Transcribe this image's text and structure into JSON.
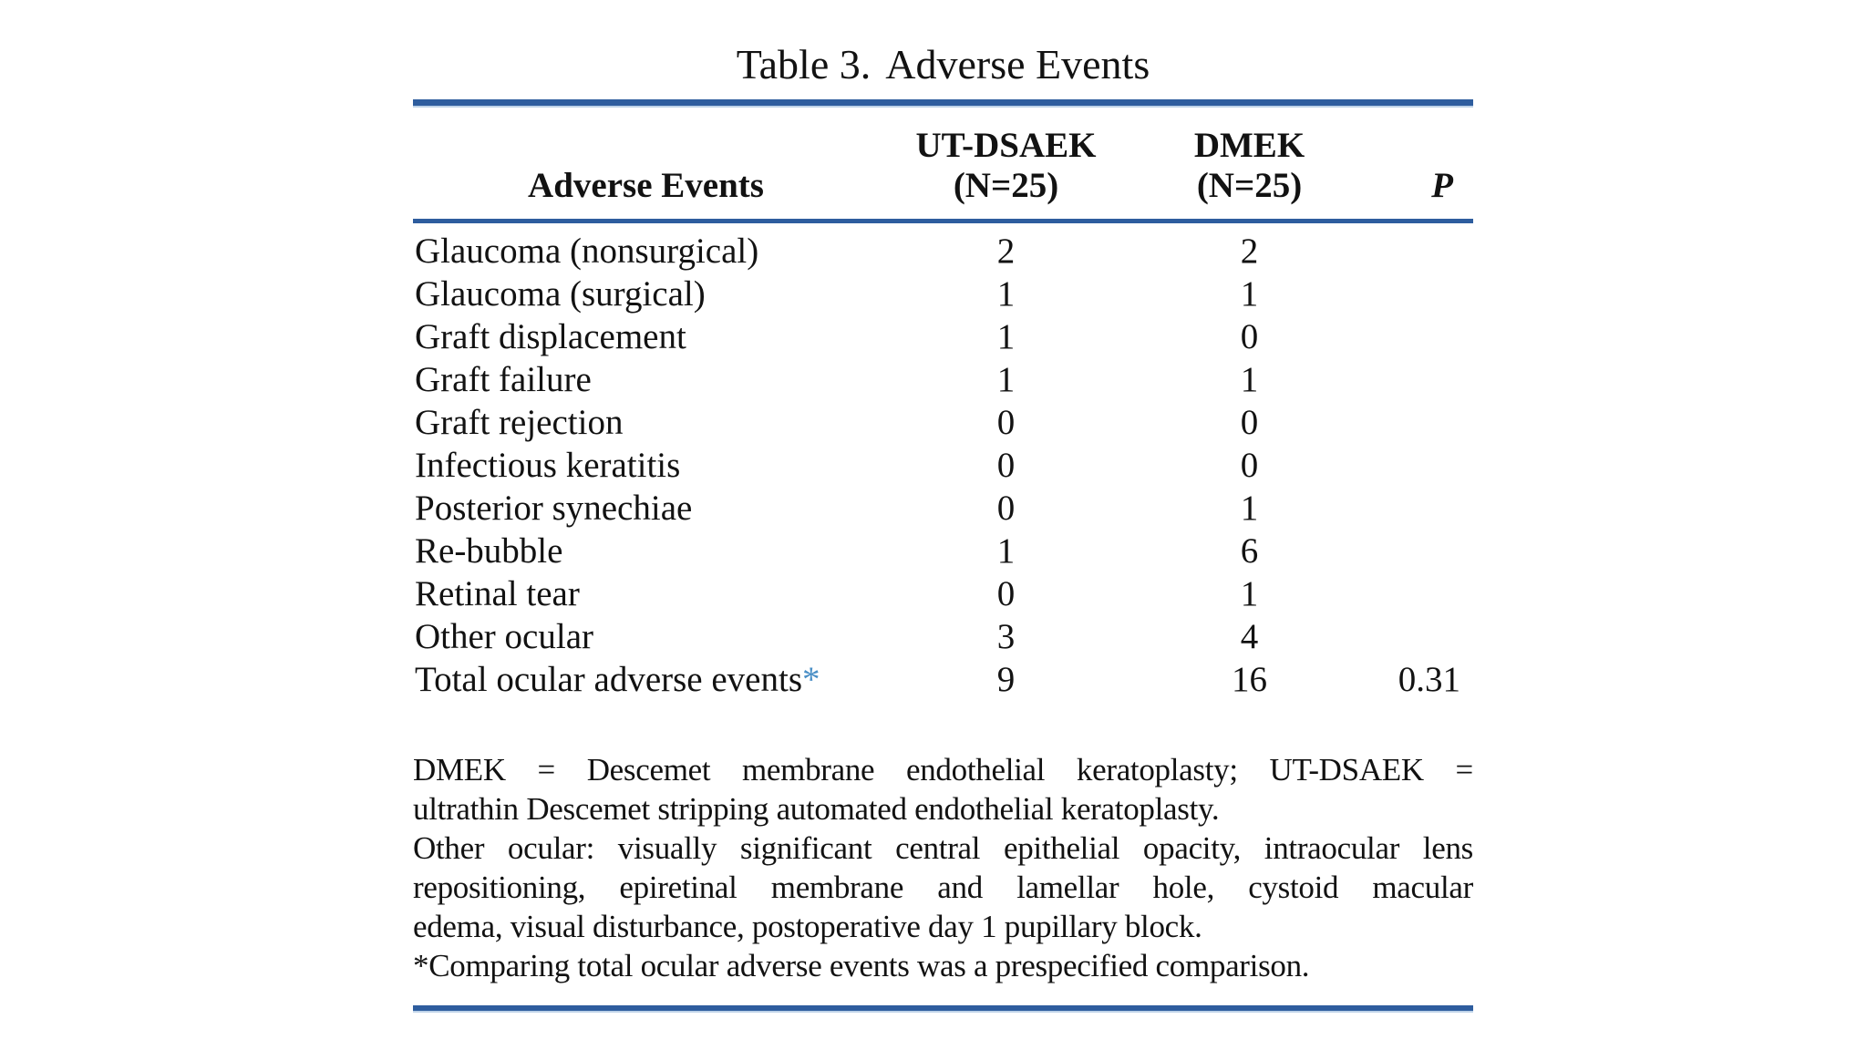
{
  "title": {
    "label": "Table 3.",
    "text": "Adverse Events"
  },
  "table": {
    "header": {
      "events": "Adverse Events",
      "ut_dsaek_line1": "UT-DSAEK",
      "ut_dsaek_line2": "(N=25)",
      "dmek_line1": "DMEK",
      "dmek_line2": "(N=25)",
      "p": "P"
    },
    "rows": [
      {
        "label": "Glaucoma (nonsurgical)",
        "ut_dsaek": "2",
        "dmek": "2",
        "p": ""
      },
      {
        "label": "Glaucoma (surgical)",
        "ut_dsaek": "1",
        "dmek": "1",
        "p": ""
      },
      {
        "label": "Graft displacement",
        "ut_dsaek": "1",
        "dmek": "0",
        "p": ""
      },
      {
        "label": "Graft failure",
        "ut_dsaek": "1",
        "dmek": "1",
        "p": ""
      },
      {
        "label": "Graft rejection",
        "ut_dsaek": "0",
        "dmek": "0",
        "p": ""
      },
      {
        "label": "Infectious keratitis",
        "ut_dsaek": "0",
        "dmek": "0",
        "p": ""
      },
      {
        "label": "Posterior synechiae",
        "ut_dsaek": "0",
        "dmek": "1",
        "p": ""
      },
      {
        "label": "Re-bubble",
        "ut_dsaek": "1",
        "dmek": "6",
        "p": ""
      },
      {
        "label": "Retinal tear",
        "ut_dsaek": "0",
        "dmek": "1",
        "p": ""
      },
      {
        "label": "Other ocular",
        "ut_dsaek": "3",
        "dmek": "4",
        "p": ""
      },
      {
        "label": "Total ocular adverse events",
        "marker": "*",
        "ut_dsaek": "9",
        "dmek": "16",
        "p": "0.31"
      }
    ]
  },
  "footnotes": {
    "lines": [
      "DMEK = Descemet membrane endothelial keratoplasty; UT-DSAEK =",
      "ultrathin Descemet stripping automated endothelial keratoplasty.",
      "Other ocular: visually significant central epithelial opacity, intraocular lens",
      "repositioning, epiretinal membrane and lamellar hole, cystoid macular",
      "edema, visual disturbance, postoperative day 1 pupillary block.",
      "*Comparing total ocular adverse events was a prespecified comparison."
    ]
  },
  "colors": {
    "rule_blue": "#2e5d9e",
    "asterisk_blue": "#4a8fc6",
    "text_black": "#121212",
    "background": "#ffffff"
  }
}
